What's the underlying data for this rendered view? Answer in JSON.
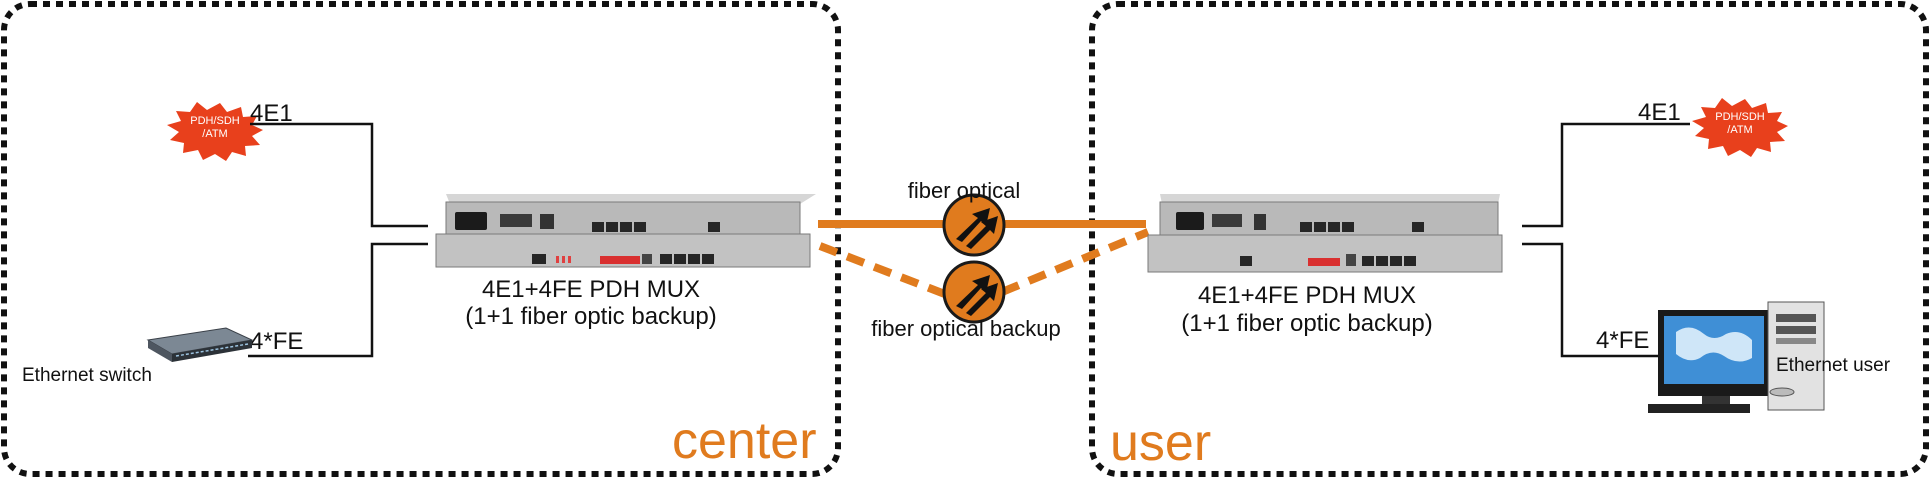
{
  "zones": {
    "center_label": "center",
    "user_label": "user"
  },
  "left": {
    "burst_text_line1": "PDH/SDH",
    "burst_text_line2": "/ATM",
    "e1_label": "4E1",
    "fe_label": "4*FE",
    "switch_label": "Ethernet switch",
    "mux_title": "4E1+4FE PDH MUX",
    "mux_subtitle": "(1+1 fiber optic backup)"
  },
  "right": {
    "burst_text_line1": "PDH/SDH",
    "burst_text_line2": "/ATM",
    "e1_label": "4E1",
    "fe_label": "4*FE",
    "user_label": "Ethernet user",
    "mux_title": "4E1+4FE PDH MUX",
    "mux_subtitle": "(1+1 fiber optic backup)"
  },
  "links": {
    "primary_label": "fiber optical",
    "backup_label": "fiber optical backup"
  },
  "colors": {
    "accent": "#e07b1e",
    "burst": "#e8401c",
    "border": "#111111"
  }
}
